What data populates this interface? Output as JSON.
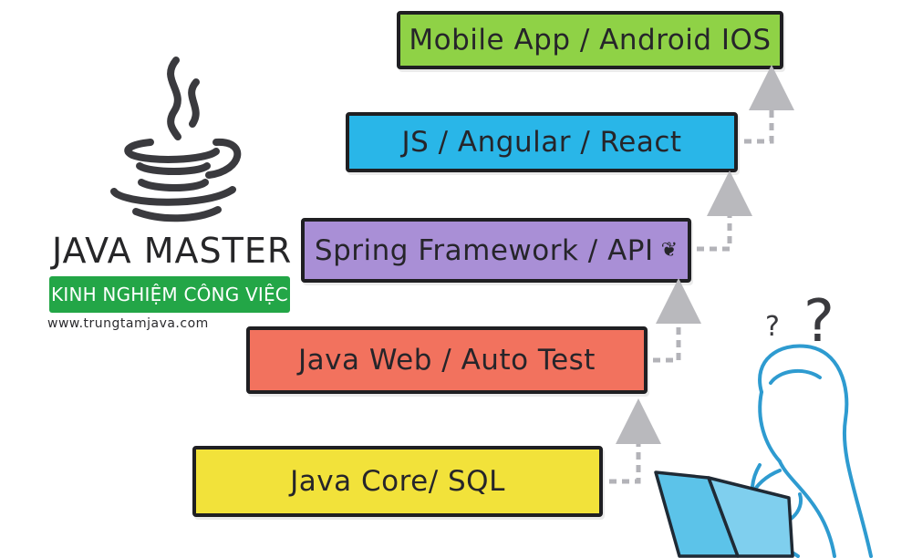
{
  "brand": {
    "title": "JAVA MASTER",
    "tagline": "KINH NGHIỆM CÔNG VIỆC",
    "website": "www.trungtamjava.com",
    "icon": "java-coffee-cup-icon"
  },
  "steps": [
    {
      "label": "Java Core/ SQL",
      "color": "#f2e23a"
    },
    {
      "label": "Java Web / Auto Test",
      "color": "#f2725e"
    },
    {
      "label": "Spring Framework / API",
      "color": "#a98fd6",
      "icon": "spring-leaf-icon"
    },
    {
      "label": "JS / Angular / React",
      "color": "#29b6e8"
    },
    {
      "label": "Mobile App / Android IOS",
      "color": "#8fd246"
    }
  ],
  "figure": {
    "question_marks": [
      "?",
      "?"
    ],
    "icon": "person-at-laptop-icon"
  }
}
